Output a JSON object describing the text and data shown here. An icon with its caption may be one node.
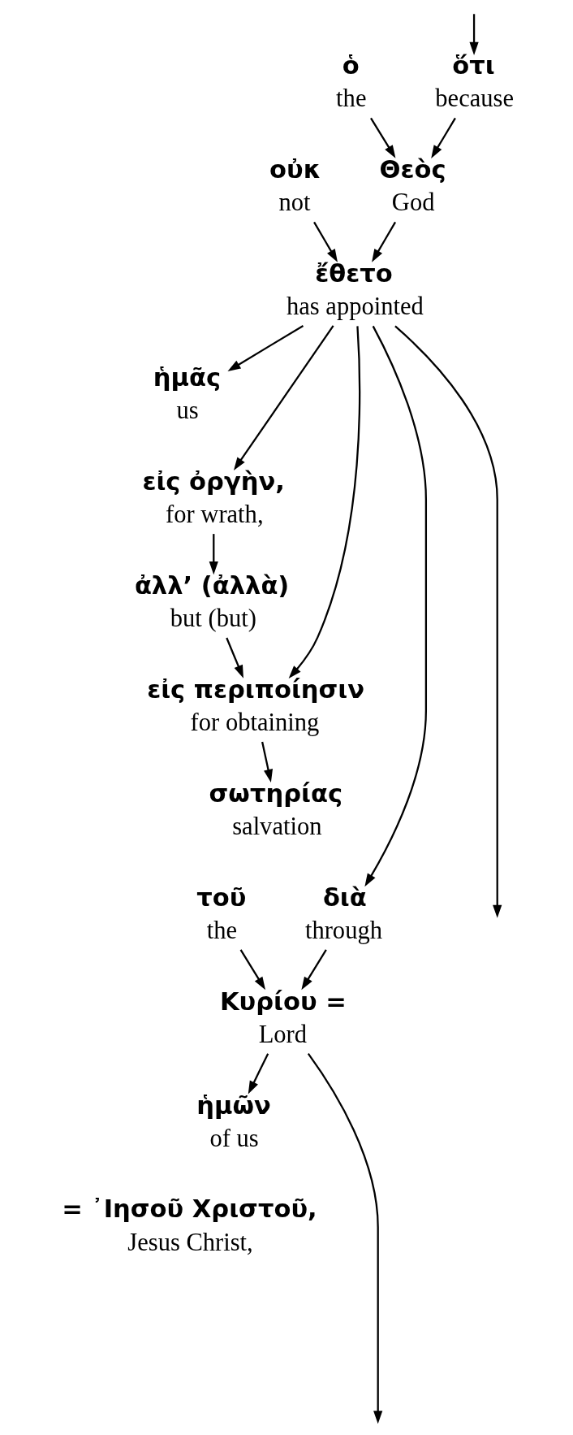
{
  "diagram": {
    "nodes": [
      {
        "text": [
          "ὅτι",
          "because"
        ]
      },
      {
        "text": [
          "οὐκ",
          "not"
        ]
      },
      {
        "text": [
          "ἔθετο",
          "has appointed"
        ]
      },
      {
        "text": [
          "ἡμᾶς",
          "us"
        ]
      },
      {
        "text": [
          "ὁ",
          "the"
        ]
      },
      {
        "text": [
          "Θεὸς",
          "God"
        ]
      },
      {
        "text": [
          "εἰς ὀργὴν,",
          "for wrath,"
        ]
      },
      {
        "text": [
          "ἀλλ’ (ἀλλὰ)",
          "but (but)"
        ]
      },
      {
        "text": [
          "εἰς περιποίησιν",
          "for obtaining"
        ]
      },
      {
        "text": [
          "σωτηρίας",
          "salvation"
        ]
      },
      {
        "text": [
          "διὰ",
          "through"
        ]
      },
      {
        "text": [
          "τοῦ",
          "the"
        ]
      },
      {
        "text": [
          "Κυρίου =",
          "Lord"
        ]
      },
      {
        "text": [
          "ἡμῶν",
          "of us"
        ]
      },
      {
        "text": [
          "= ᾿Ιησοῦ Χριστοῦ,",
          "Jesus Christ,"
        ]
      }
    ],
    "edges": [
      {
        "from": null,
        "to": 0,
        "arrow": "to"
      },
      {
        "from": 1,
        "to": 2,
        "arrow": "to"
      },
      {
        "from": 2,
        "to": 3,
        "arrow": "to"
      },
      {
        "from": 0,
        "to": 5,
        "arrow": "to"
      },
      {
        "from": 4,
        "to": 5,
        "arrow": "to"
      },
      {
        "from": 5,
        "to": 2,
        "arrow": "to"
      },
      {
        "from": 2,
        "to": null,
        "arrow": "to"
      },
      {
        "from": 2,
        "to": 6,
        "arrow": "to"
      },
      {
        "from": 6,
        "to": 7,
        "arrow": "to"
      },
      {
        "from": 7,
        "to": 8,
        "arrow": "to"
      },
      {
        "from": 2,
        "to": 8,
        "arrow": "to"
      },
      {
        "from": 8,
        "to": 9,
        "arrow": "to"
      },
      {
        "from": 2,
        "to": 10,
        "arrow": "to"
      },
      {
        "from": 10,
        "to": 12,
        "arrow": "to"
      },
      {
        "from": 11,
        "to": 12,
        "arrow": "to"
      },
      {
        "from": 12,
        "to": 13,
        "arrow": "to"
      },
      {
        "from": 12,
        "to": null,
        "arrow": "to"
      }
    ]
  }
}
